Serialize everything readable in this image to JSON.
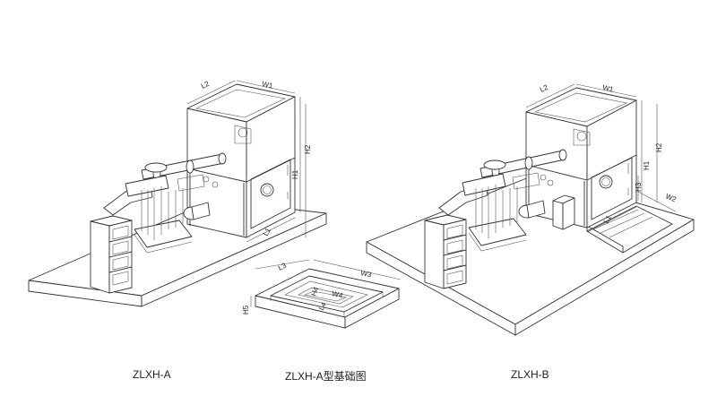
{
  "captions": {
    "a": "ZLXH-A",
    "foundation": "ZLXH-A型基础图",
    "b": "ZLXH-B"
  },
  "dims": {
    "L1": "L1",
    "L2": "L2",
    "L3": "L3",
    "L4": "L4",
    "W1": "W1",
    "W2": "W2",
    "W3": "W3",
    "W4": "W4",
    "H1": "H1",
    "H2": "H2",
    "H3": "H3",
    "H4": "H4",
    "H5": "H5"
  }
}
